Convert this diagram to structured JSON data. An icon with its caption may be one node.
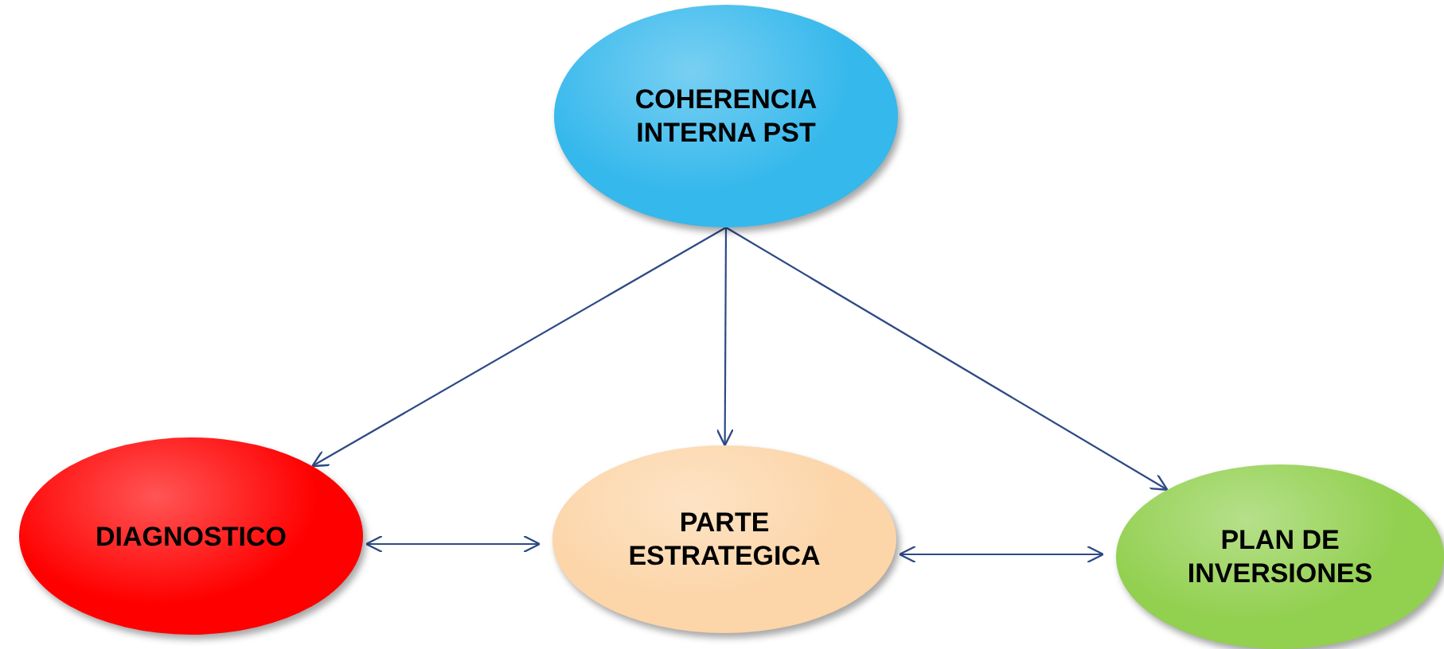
{
  "diagram": {
    "nodes": [
      {
        "text": [
          "COHERENCIA INTERNA PST"
        ]
      },
      {
        "text": [
          "DIAGNOSTICO"
        ]
      },
      {
        "text": [
          "PARTE ESTRATEGICA"
        ]
      },
      {
        "text": [
          "PLAN DE INVERSIONES"
        ]
      }
    ],
    "edges": [
      {
        "from": 0,
        "to": 1,
        "arrow": "to"
      },
      {
        "from": 0,
        "to": 2,
        "arrow": "to"
      },
      {
        "from": 0,
        "to": 3,
        "arrow": "to"
      },
      {
        "from": 1,
        "to": 2,
        "arrow": "both"
      },
      {
        "from": 2,
        "to": 3,
        "arrow": "both"
      }
    ]
  }
}
